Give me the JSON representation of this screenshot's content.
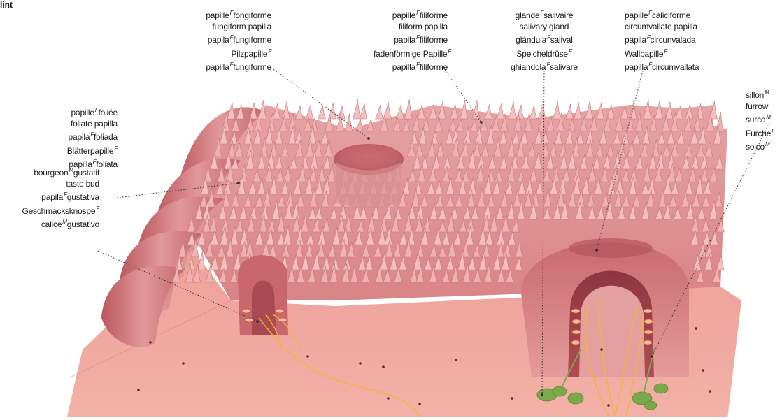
{
  "corner_label": "lint",
  "colors": {
    "tissue": "#eba29e",
    "tissue_dark": "#c46a6c",
    "tissue_deep": "#9c3f47",
    "papilla": "#e39a9c",
    "nerve": "#f6b431",
    "gland": "#7aa84a",
    "leader": "#2a2a2a"
  },
  "labels": [
    {
      "id": "fungiform",
      "align": "r",
      "lines": [
        {
          "text": "papille",
          "g": "F",
          "rest": "fongiforme"
        },
        {
          "text": "fungiform papilla",
          "g": "",
          "rest": ""
        },
        {
          "text": "papila",
          "g": "F",
          "rest": "fungiforme"
        },
        {
          "text": "Pilzpapille",
          "g": "F",
          "rest": ""
        },
        {
          "text": "papilla",
          "g": "F",
          "rest": "fungiforme"
        }
      ]
    },
    {
      "id": "filiform",
      "align": "r",
      "lines": [
        {
          "text": "papille",
          "g": "F",
          "rest": "filiforme"
        },
        {
          "text": "filiform papilla",
          "g": "",
          "rest": ""
        },
        {
          "text": "papila",
          "g": "F",
          "rest": "filiforme"
        },
        {
          "text": "fadenförmige Papille",
          "g": "F",
          "rest": ""
        },
        {
          "text": "papilla",
          "g": "F",
          "rest": "filiforme"
        }
      ]
    },
    {
      "id": "salivary",
      "align": "c",
      "lines": [
        {
          "text": "glande",
          "g": "F",
          "rest": "salivaire"
        },
        {
          "text": "salivary gland",
          "g": "",
          "rest": ""
        },
        {
          "text": "glándula",
          "g": "F",
          "rest": "salival"
        },
        {
          "text": "Speicheldrüse",
          "g": "F",
          "rest": ""
        },
        {
          "text": "ghiandola",
          "g": "F",
          "rest": "salivare"
        }
      ]
    },
    {
      "id": "circumvallate",
      "align": "l",
      "lines": [
        {
          "text": "papille",
          "g": "F",
          "rest": "caliciforme"
        },
        {
          "text": "circumvallate papilla",
          "g": "",
          "rest": ""
        },
        {
          "text": "papila",
          "g": "F",
          "rest": "circunvalada"
        },
        {
          "text": "Wallpapille",
          "g": "F",
          "rest": ""
        },
        {
          "text": "papilla",
          "g": "F",
          "rest": "circumvallata"
        }
      ]
    },
    {
      "id": "foliate",
      "align": "r",
      "lines": [
        {
          "text": "papille",
          "g": "F",
          "rest": "foliée"
        },
        {
          "text": "foliate papilla",
          "g": "",
          "rest": ""
        },
        {
          "text": "papila",
          "g": "F",
          "rest": "foliada"
        },
        {
          "text": "Blätterpapille",
          "g": "F",
          "rest": ""
        },
        {
          "text": "papilla",
          "g": "F",
          "rest": "foliata"
        }
      ]
    },
    {
      "id": "tastebud",
      "align": "r",
      "lines": [
        {
          "text": "bourgeon",
          "g": "M",
          "rest": "gustatif"
        },
        {
          "text": "taste bud",
          "g": "",
          "rest": ""
        },
        {
          "text": "papila",
          "g": "F",
          "rest": "gustativa"
        },
        {
          "text": "Geschmacksknospe",
          "g": "F",
          "rest": ""
        },
        {
          "text": "calice",
          "g": "M",
          "rest": "gustativo"
        }
      ]
    },
    {
      "id": "furrow",
      "align": "l",
      "lines": [
        {
          "text": "sillon",
          "g": "M",
          "rest": ""
        },
        {
          "text": "furrow",
          "g": "",
          "rest": ""
        },
        {
          "text": "surco",
          "g": "M",
          "rest": ""
        },
        {
          "text": "Furche",
          "g": "F",
          "rest": ""
        },
        {
          "text": "solco",
          "g": "M",
          "rest": ""
        }
      ]
    }
  ]
}
